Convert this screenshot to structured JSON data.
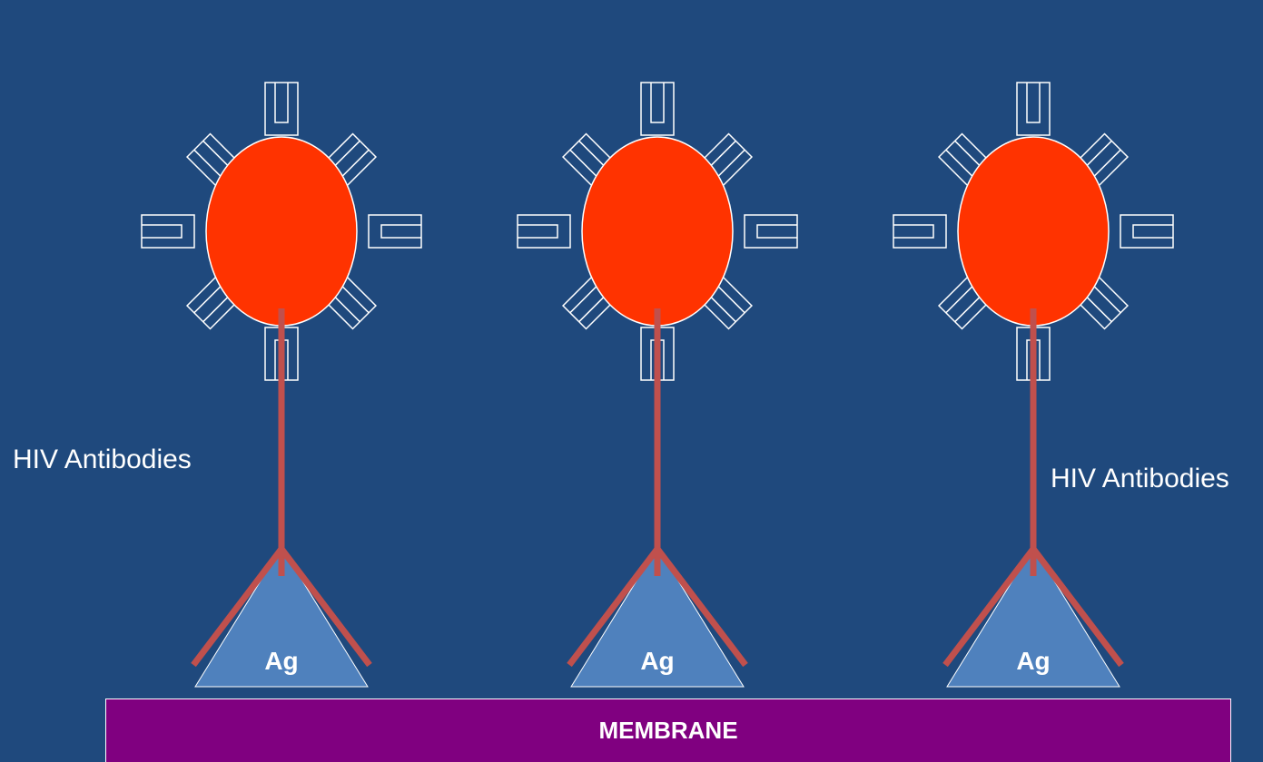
{
  "labels": {
    "antibodies_left": "HIV Antibodies",
    "antibodies_right": "HIV Antibodies",
    "membrane": "MEMBRANE"
  },
  "complexes": [
    {
      "antigen_label": "Ag"
    },
    {
      "antigen_label": "Ag"
    },
    {
      "antigen_label": "Ag"
    }
  ],
  "colors": {
    "background": "#1f497d",
    "virus_body": "#ff3300",
    "stalk": "#c0504d",
    "antigen": "#4f81bd",
    "membrane": "#800080",
    "outline": "#ffffff"
  }
}
